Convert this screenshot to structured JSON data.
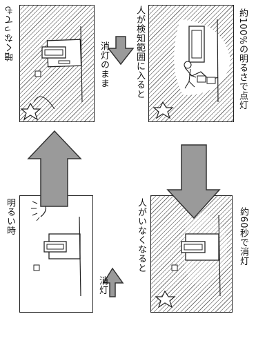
{
  "labels": {
    "dark_title": "暗くなっても",
    "lights_off_stays": "消灯のまま",
    "person_enters": "人が検知範囲に入ると",
    "light_on_100": "約100%の明るさで点灯",
    "bright_title": "明るい時",
    "lights_off": "消灯",
    "person_leaves": "人がいなくなると",
    "off_after_60": "約60秒で消灯"
  }
}
